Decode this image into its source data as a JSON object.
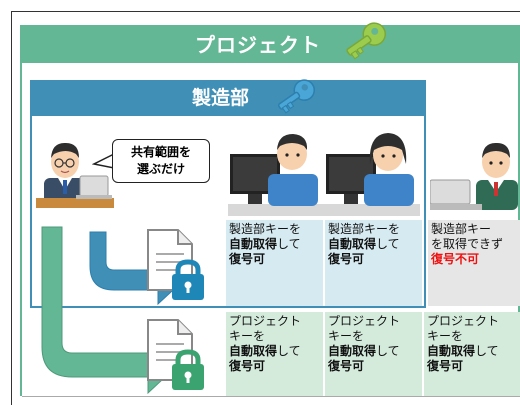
{
  "project": {
    "title": "プロジェクト"
  },
  "manufacturing": {
    "title": "製造部"
  },
  "speech_bubble": {
    "line1": "共有範囲を",
    "line2": "選ぶだけ"
  },
  "dept_row": [
    {
      "line1": "製造部キーを",
      "bold": "自動取得",
      "after": "して",
      "line3": "復号可"
    },
    {
      "line1": "製造部キーを",
      "bold": "自動取得",
      "after": "して",
      "line3": "復号可"
    },
    {
      "line1": "製造部キー",
      "line2": "を取得できず",
      "line3": "復号不可"
    }
  ],
  "project_row": [
    {
      "line1": "プロジェクト",
      "line2": "キーを",
      "bold": "自動取得",
      "after": "して",
      "line4": "復号可"
    },
    {
      "line1": "プロジェクト",
      "line2": "キーを",
      "bold": "自動取得",
      "after": "して",
      "line4": "復号可"
    },
    {
      "line1": "プロジェクト",
      "line2": "キーを",
      "bold": "自動取得",
      "after": "して",
      "line4": "復号可"
    }
  ],
  "colors": {
    "project_green": "#63b795",
    "mfg_blue": "#3f8fb6",
    "denied_red": "#e11111"
  }
}
